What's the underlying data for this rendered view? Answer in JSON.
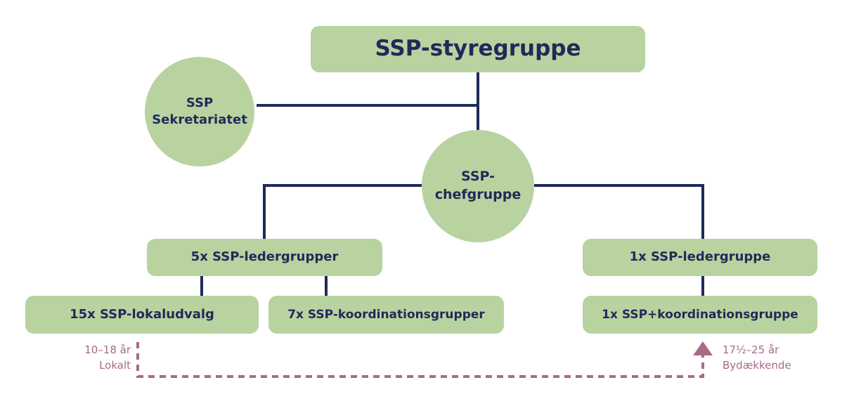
{
  "colors": {
    "node_fill": "#b8d39f",
    "text": "#1f2a5a",
    "connector": "#1f2a5a",
    "age_range": "#a86a8a"
  },
  "nodes": {
    "styregruppe": "SSP-styregruppe",
    "sekretariatet": [
      "SSP",
      "Sekretariatet"
    ],
    "chefgruppe": [
      "SSP-",
      "chefgruppe"
    ],
    "ledergrupper_5x": "5x SSP-ledergrupper",
    "ledergruppe_1x": "1x SSP-ledergruppe",
    "lokaludvalg_15x": "15x SSP-lokaludvalg",
    "koordinationsgrupper_7x": "7x SSP-koordinationsgrupper",
    "koordinationsgruppe_1x": "1x SSP+koordinationsgruppe"
  },
  "age_ranges": {
    "local": [
      "10–18 år",
      "Lokalt"
    ],
    "citywide": [
      "17½–25 år",
      "Bydækkende"
    ]
  }
}
